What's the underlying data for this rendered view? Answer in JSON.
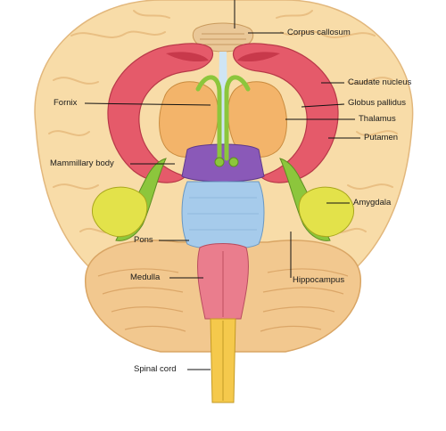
{
  "labels": {
    "corpus_callosum": "Corpus callosum",
    "caudate_nucleus": "Caudate nucleus",
    "globus_pallidus": "Globus pallidus",
    "thalamus": "Thalamus",
    "putamen": "Putamen",
    "fornix": "Fornix",
    "mammillary_body": "Mammillary body",
    "amygdala": "Amygdala",
    "pons": "Pons",
    "medulla": "Medulla",
    "hippocampus": "Hippocampus",
    "spinal_cord": "Spinal cord"
  },
  "colors": {
    "cerebrum": "#f8dca8",
    "cerebrum_fold": "#e9bf83",
    "cerebellum": "#f2c88f",
    "caudate_putamen": "#e55a6a",
    "thalamus": "#f3b46a",
    "fornix": "#8cc63c",
    "hippocampus": "#8cc63c",
    "amygdala": "#e3e24a",
    "midbrain": "#8a59b8",
    "pons": "#a6cbeb",
    "medulla": "#ea7d8d",
    "spinal_cord": "#f5c94c",
    "leader_line": "#111111"
  }
}
